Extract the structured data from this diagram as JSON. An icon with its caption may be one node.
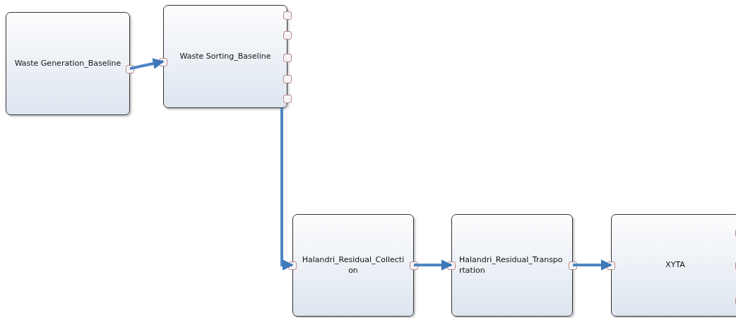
{
  "diagram": {
    "nodes": [
      {
        "text": [
          "Waste Generation_Baseline"
        ]
      },
      {
        "text": [
          "Waste Sorting_Baseline"
        ]
      },
      {
        "text": [
          "Halandri_Residual_Collection"
        ]
      },
      {
        "text": [
          "Halandri_Residual_Transportation"
        ]
      },
      {
        "text": [
          "XYTA"
        ]
      }
    ],
    "edges": [
      {
        "from": 0,
        "to": 1,
        "arrow": "to"
      },
      {
        "from": 1,
        "to": 2,
        "arrow": "to"
      },
      {
        "from": 2,
        "to": 3,
        "arrow": "to"
      },
      {
        "from": 3,
        "to": 4,
        "arrow": "to"
      }
    ]
  }
}
